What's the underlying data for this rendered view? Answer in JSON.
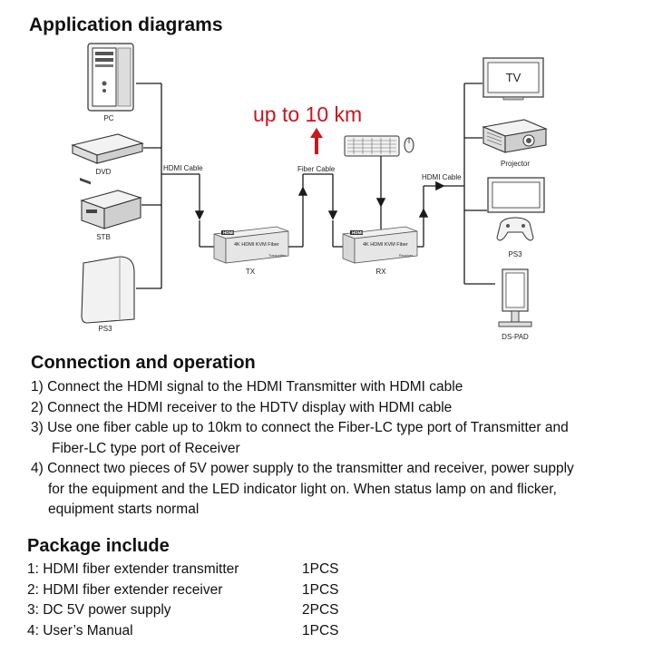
{
  "titles": {
    "application": "Application diagrams",
    "connection": "Connection and operation",
    "package": "Package include"
  },
  "diagram": {
    "distance": "up to 10 km",
    "hdmi_cable_left": "HDMI Cable",
    "fiber_cable": "Fiber Cable",
    "hdmi_cable_right": "HDMI Cable",
    "tx_label": "TX",
    "rx_label": "RX",
    "device_brand": "HDMI",
    "device_text": "4K HDMI KVM Fiber",
    "tx_small": "Transmitter",
    "rx_small": "Receiver",
    "sources": [
      {
        "label": "PC"
      },
      {
        "label": "DVD"
      },
      {
        "label": "STB"
      },
      {
        "label": "PS3"
      }
    ],
    "sinks": [
      {
        "label": "TV",
        "screen_text": "TV"
      },
      {
        "label": "Projector"
      },
      {
        "label": "PS3"
      },
      {
        "label": "DS-PAD"
      }
    ]
  },
  "steps": [
    {
      "lines": [
        "1) Connect the HDMI signal to the HDMI Transmitter with HDMI cable"
      ]
    },
    {
      "lines": [
        "2) Connect the HDMI receiver to the HDTV display with HDMI cable"
      ]
    },
    {
      "lines": [
        "3) Use one fiber cable up to 10km to connect the Fiber-LC type port of Transmitter and",
        "Fiber-LC type port of Receiver"
      ]
    },
    {
      "lines": [
        "4) Connect two pieces of 5V power supply to the transmitter and receiver, power supply",
        "for the equipment and the LED indicator light on. When status lamp on and flicker,",
        "equipment starts normal"
      ]
    }
  ],
  "package": [
    {
      "item": "1: HDMI fiber extender transmitter",
      "qty": "1PCS"
    },
    {
      "item": "2: HDMI fiber extender receiver",
      "qty": "1PCS"
    },
    {
      "item": "3: DC 5V power supply",
      "qty": "2PCS"
    },
    {
      "item": "4: User’s Manual",
      "qty": "1PCS"
    }
  ],
  "colors": {
    "accent": "#c8161d",
    "line": "#1a1a1a",
    "device_fill": "#e6e6e6"
  }
}
